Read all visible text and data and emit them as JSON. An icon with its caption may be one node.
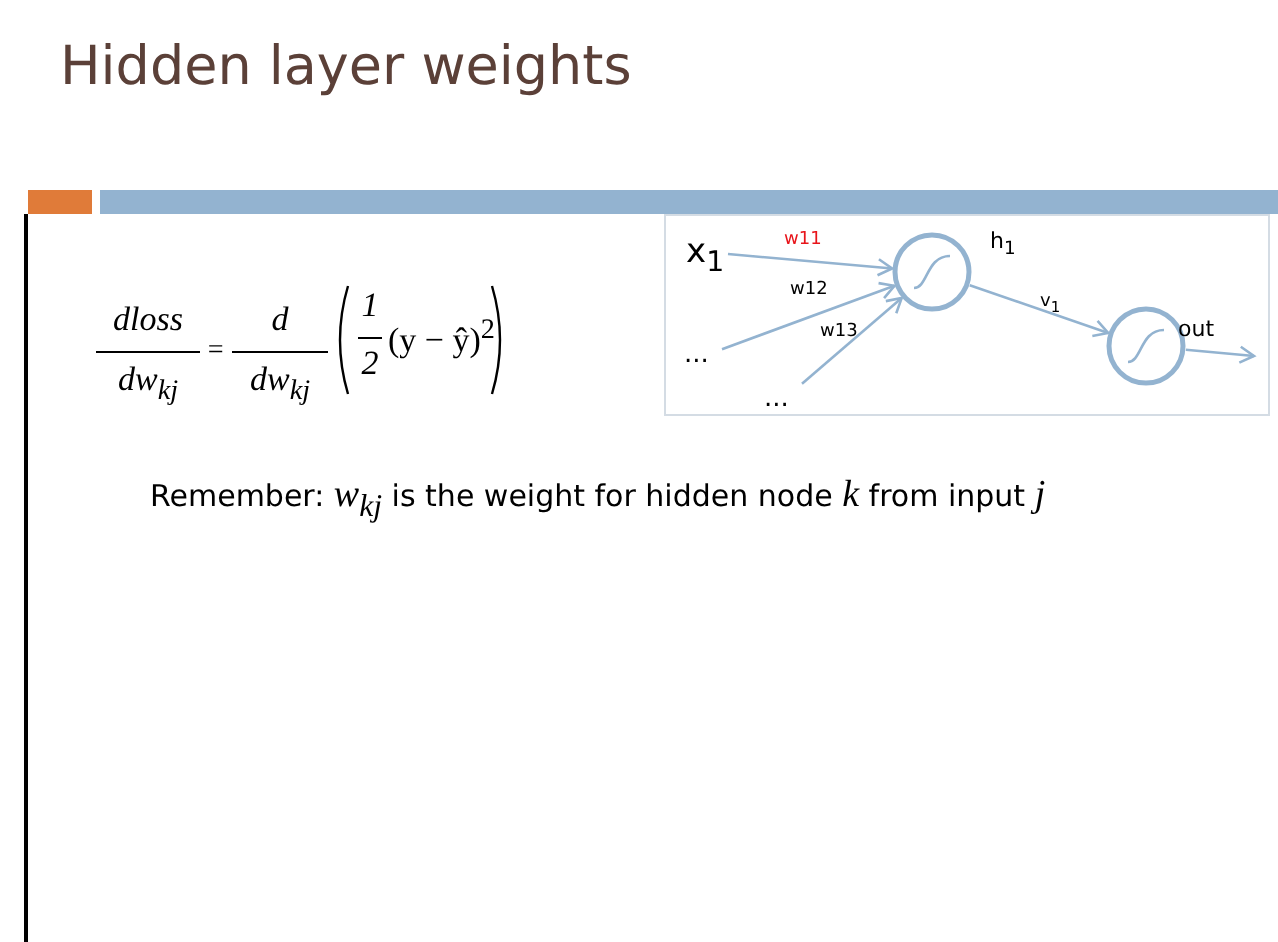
{
  "diagram": {
    "title": "Hidden layer weights",
    "nodes": [
      {
        "text": [
          "x$_{1}$"
        ]
      },
      {
        "text": [
          "..."
        ]
      },
      {
        "text": [
          "..."
        ]
      },
      {
        "text": [],
        "shape": "circle",
        "beside": [
          "h$_{1}$"
        ]
      },
      {
        "text": [],
        "shape": "circle",
        "beside": [
          "out"
        ]
      }
    ],
    "edges": [
      {
        "from": 0,
        "to": 3,
        "arrow": "to",
        "label": "w11"
      },
      {
        "from": 1,
        "to": 3,
        "arrow": "to",
        "label": "w12"
      },
      {
        "from": 2,
        "to": 3,
        "arrow": "to",
        "label": "w13"
      },
      {
        "from": 3,
        "to": 4,
        "arrow": "to",
        "label": "v$_{1}$"
      },
      {
        "from": 4,
        "to": null,
        "arrow": "to"
      }
    ],
    "labels": [
      "dloss",
      "dw$_{kj}$",
      "=",
      "d",
      "dw$_{kj}$",
      "1",
      "2",
      "(y − ŷ)$^{2}$",
      "Remember: *w$_{kj}$* is the weight for hidden node *k* from input *j*"
    ]
  }
}
